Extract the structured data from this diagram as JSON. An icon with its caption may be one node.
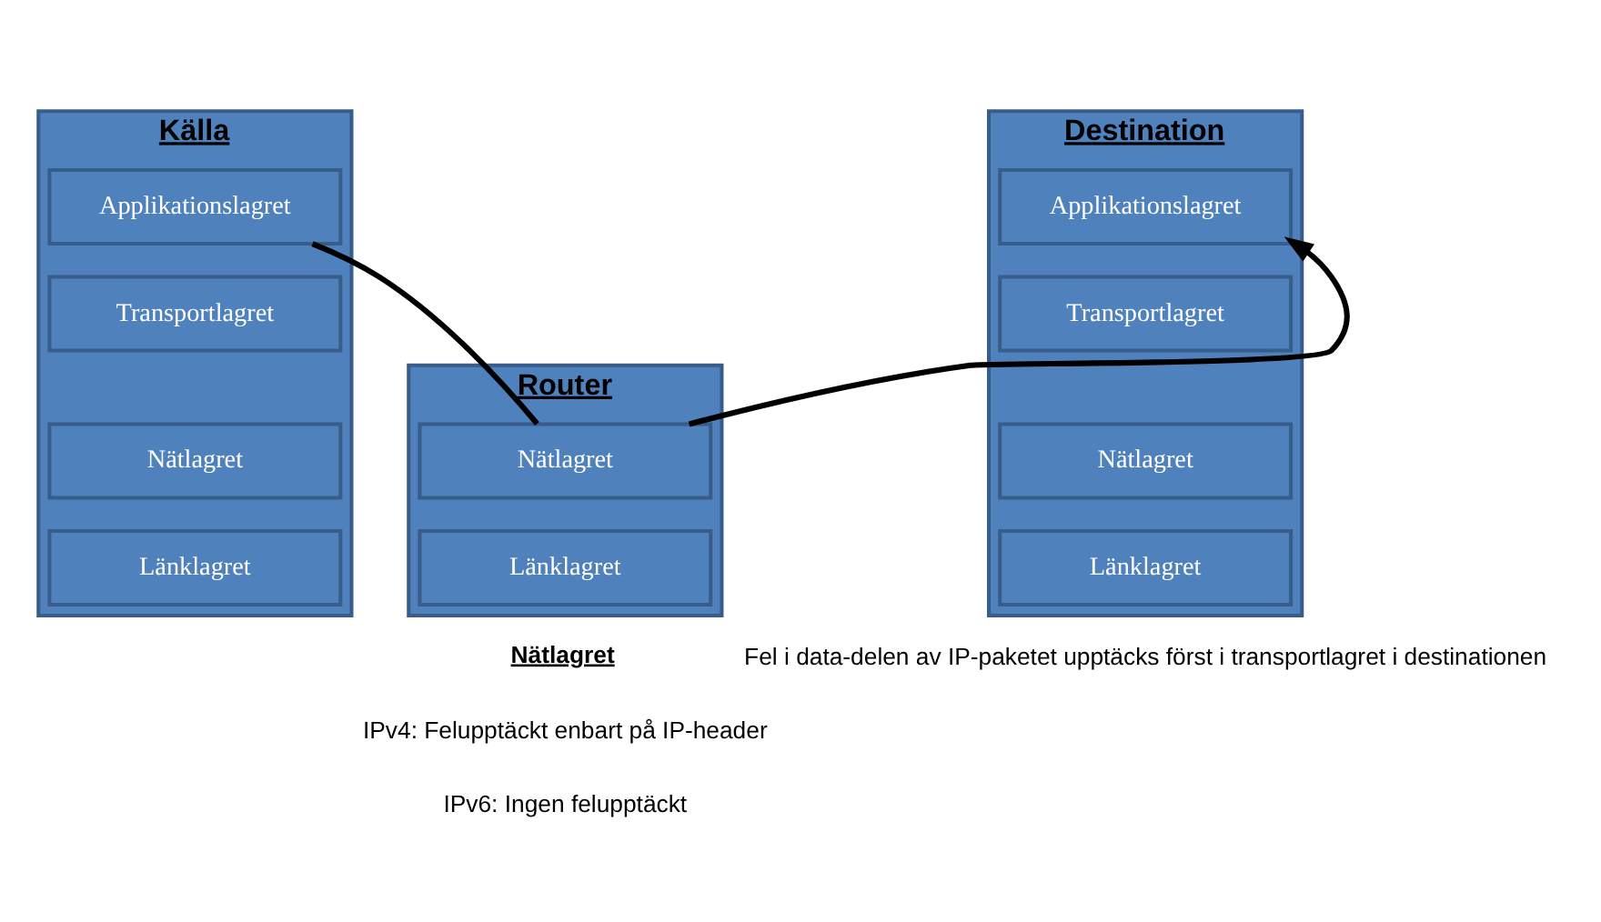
{
  "diagram": {
    "nodes": [
      {
        "text": [
          "Källa"
        ]
      },
      {
        "text": [
          "Applikationslagret"
        ],
        "in": 0
      },
      {
        "text": [
          "Transportlagret"
        ],
        "in": 0
      },
      {
        "text": [
          "Nätlagret"
        ],
        "in": 0
      },
      {
        "text": [
          "Länklagret"
        ],
        "in": 0
      },
      {
        "text": [
          "Router"
        ]
      },
      {
        "text": [
          "Nätlagret"
        ],
        "in": 5
      },
      {
        "text": [
          "Länklagret"
        ],
        "in": 5
      },
      {
        "text": [
          "Destination"
        ]
      },
      {
        "text": [
          "Applikationslagret"
        ],
        "in": 8
      },
      {
        "text": [
          "Transportlagret"
        ],
        "in": 8
      },
      {
        "text": [
          "Nätlagret"
        ],
        "in": 8
      },
      {
        "text": [
          "Länklagret"
        ],
        "in": 8
      }
    ],
    "edges": [
      {
        "from": 1,
        "to": 6,
        "arrow": "none"
      },
      {
        "from": 6,
        "to": 9,
        "arrow": "to"
      }
    ],
    "labels": [
      "Nätlagret",
      "IPv4: Felupptäckt enbart på IP-header",
      "IPv6: Ingen felupptäckt",
      "Fel i data-delen av IP-paketet upptäcks först i transportlagret i destinationen"
    ]
  }
}
